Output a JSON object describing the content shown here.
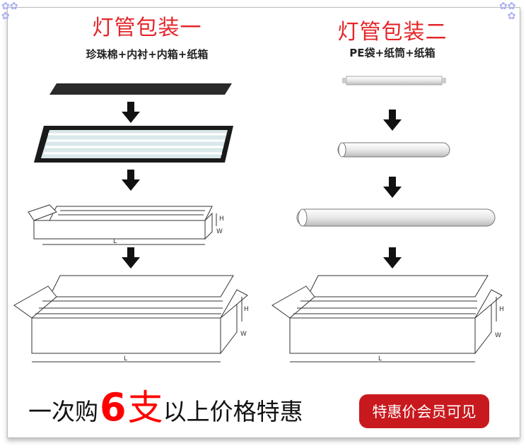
{
  "left": {
    "title": "灯管包装一",
    "subtitle": "珍珠棉+内衬+内箱+纸箱"
  },
  "right": {
    "title": "灯管包装二",
    "subtitle": "PE袋+纸筒+纸箱"
  },
  "dimensions": {
    "h": "H",
    "w": "W",
    "l": "L"
  },
  "bottom": {
    "prefix": "一次购",
    "quantity": "6",
    "unit": "支",
    "suffix": "以上价格特惠"
  },
  "promo_button": "特惠价会员可见",
  "colors": {
    "title_red": "#e4262a",
    "promo_bg": "#c8191e",
    "flower": "#aab0f0"
  }
}
